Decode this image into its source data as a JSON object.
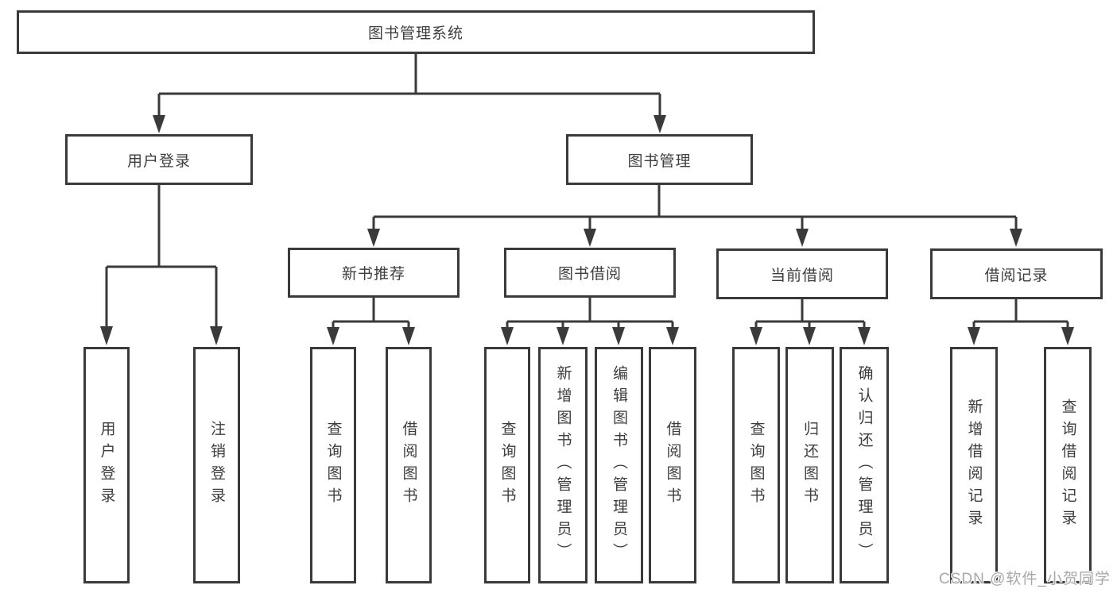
{
  "colors": {
    "background": "#ffffff",
    "line": "#3a3a3a",
    "box_border": "#3a3a3a",
    "box_fill": "#ffffff",
    "text": "#3d3d3d",
    "watermark": "#a8a8a8"
  },
  "watermark": {
    "text": "CSDN @软件_小贺同学"
  },
  "diagram": {
    "root": {
      "label": "图书管理系统"
    },
    "level2": [
      {
        "label": "用户登录",
        "children": [
          {
            "label": "用户登录"
          },
          {
            "label": "注销登录"
          }
        ]
      },
      {
        "label": "图书管理",
        "children": [
          {
            "label": "新书推荐",
            "children": [
              {
                "label": "查询图书"
              },
              {
                "label": "借阅图书"
              }
            ]
          },
          {
            "label": "图书借阅",
            "children": [
              {
                "label": "查询图书"
              },
              {
                "label": "新增图书（管理员）"
              },
              {
                "label": "编辑图书（管理员）"
              },
              {
                "label": "借阅图书"
              }
            ]
          },
          {
            "label": "当前借阅",
            "children": [
              {
                "label": "查询图书"
              },
              {
                "label": "归还图书"
              },
              {
                "label": "确认归还（管理员）"
              }
            ]
          },
          {
            "label": "借阅记录",
            "children": [
              {
                "label": "新增借阅记录"
              },
              {
                "label": "查询借阅记录"
              }
            ]
          }
        ]
      }
    ]
  }
}
